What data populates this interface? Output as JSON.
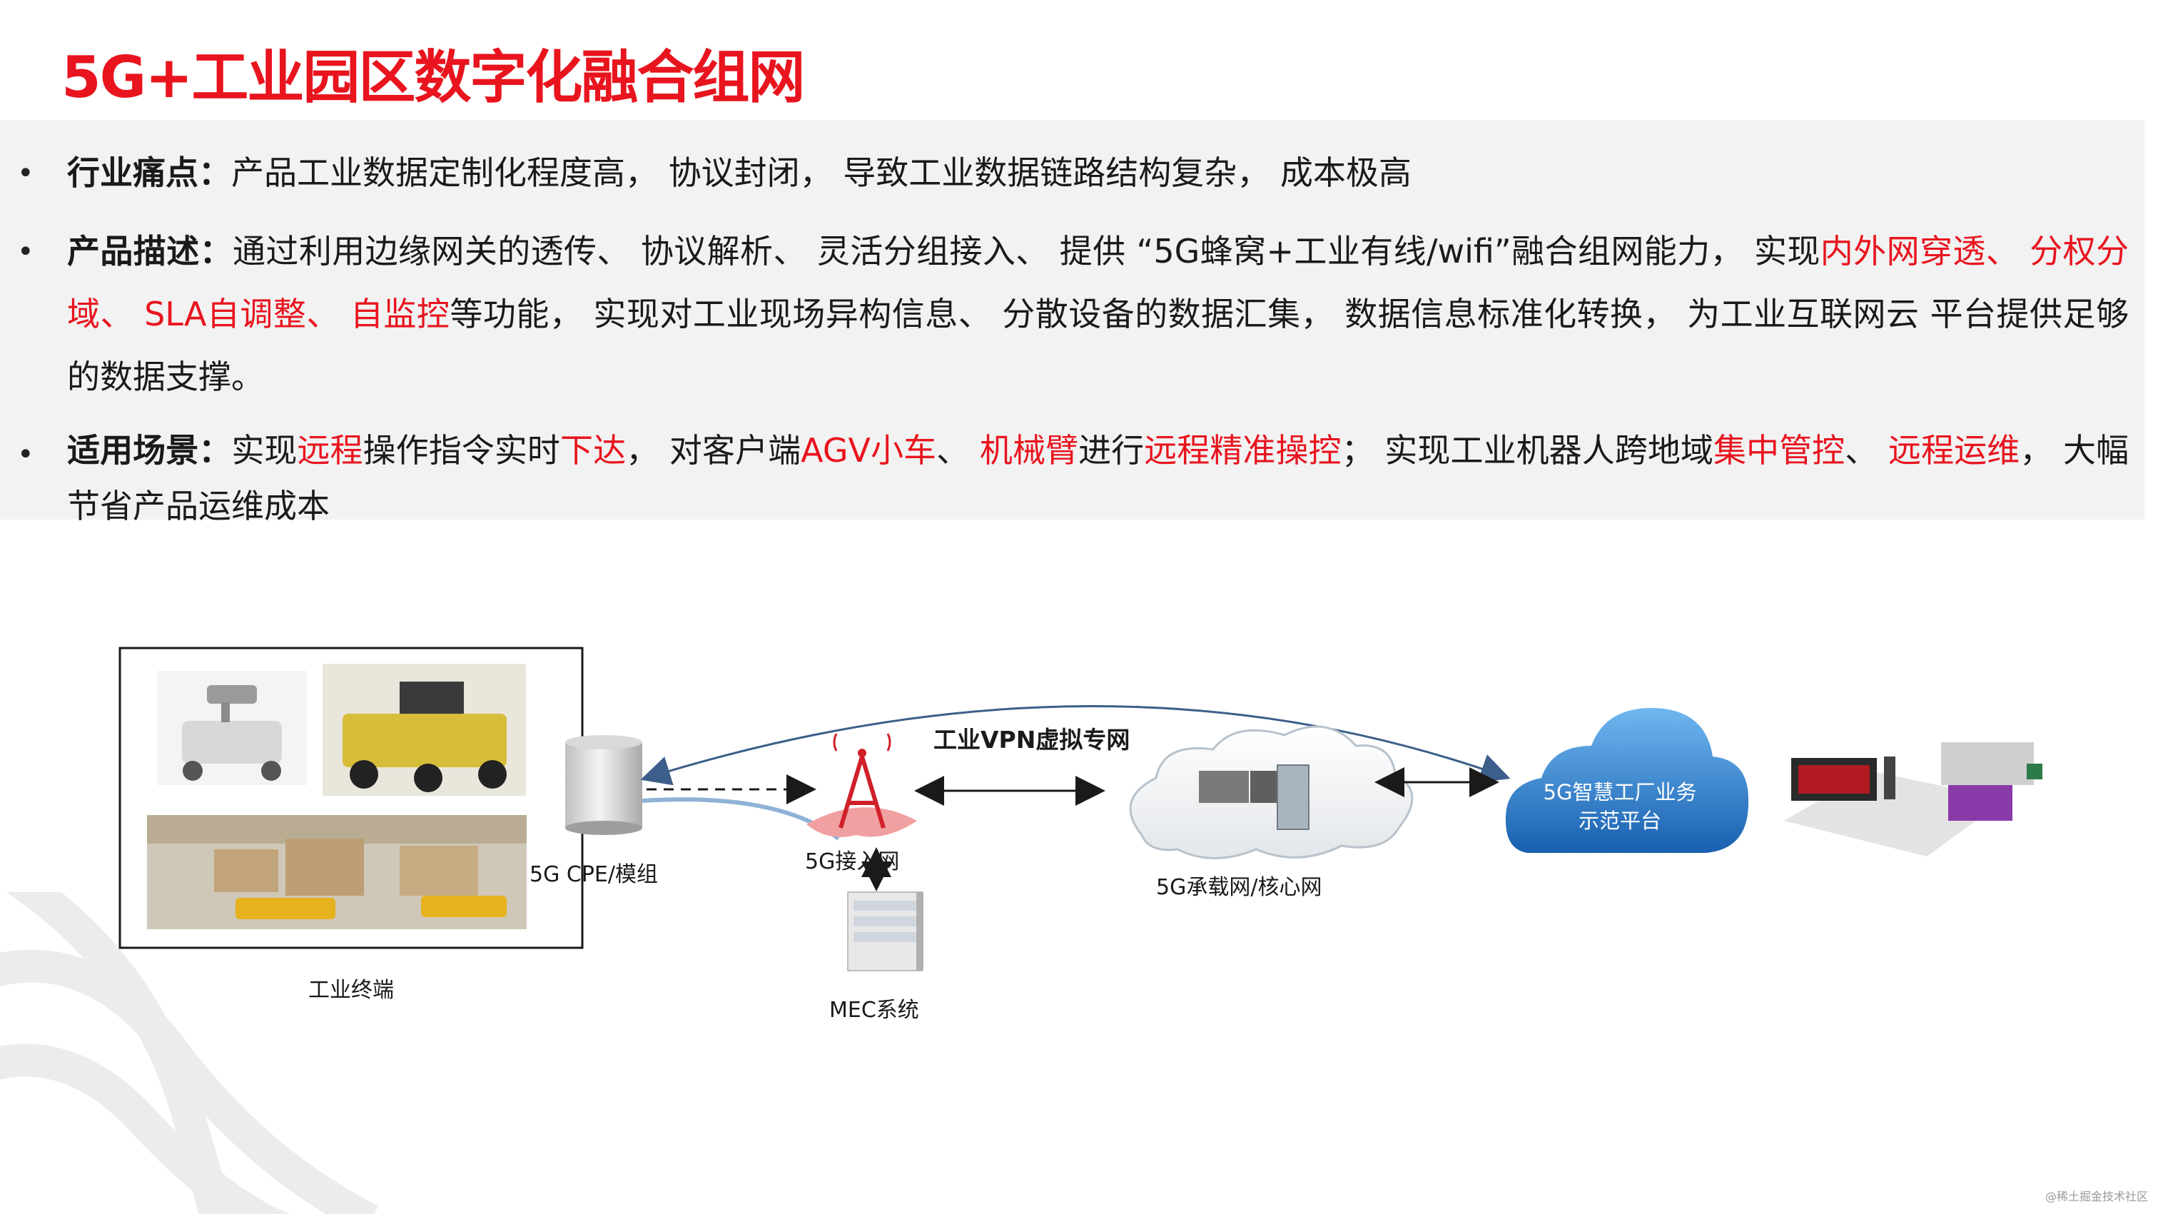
{
  "title": "5G+工业园区数字化融合组网",
  "bullets": [
    {
      "label": "行业痛点：",
      "segments": [
        {
          "text": "产品工业数据定制化程度高， 协议封闭， 导致工业数据链路结构复杂， 成本极高",
          "hl": false
        }
      ]
    },
    {
      "label": "产品描述：",
      "segments": [
        {
          "text": "通过利用边缘网关的透传、 协议解析、 灵活分组接入、 提供 “5G蜂窝+工业有线/wifi”融合组网能力， 实现",
          "hl": false
        },
        {
          "text": "内外网穿透",
          "hl": true
        },
        {
          "text": "、 分权分域、 SLA自调整、 自监控",
          "hl": true
        },
        {
          "text": "等功能， 实现对工业现场异构信息、 分散设备的数据汇集， 数据信息标准化转换， 为工业互联网云 平台提供足够的数据支撑。",
          "hl": false
        }
      ]
    },
    {
      "label": "适用场景：",
      "segments": [
        {
          "text": "实现",
          "hl": false
        },
        {
          "text": "远程",
          "hl": true
        },
        {
          "text": "操作指令实时",
          "hl": false
        },
        {
          "text": "下达",
          "hl": true
        },
        {
          "text": "， 对客户端",
          "hl": false
        },
        {
          "text": "AGV小车",
          "hl": true
        },
        {
          "text": "、 ",
          "hl": false
        },
        {
          "text": "机械臂",
          "hl": true
        },
        {
          "text": "进行",
          "hl": false
        },
        {
          "text": "远程精准操控",
          "hl": true
        },
        {
          "text": "； 实现工业机器人跨地域",
          "hl": false
        },
        {
          "text": "集中管控",
          "hl": true
        },
        {
          "text": "、 ",
          "hl": false
        },
        {
          "text": "远程运维",
          "hl": true
        },
        {
          "text": "， 大幅节省产品运维成本",
          "hl": false
        }
      ]
    }
  ],
  "diagram": {
    "terminal_label": "工业终端",
    "cpe_label": "5G CPE/模组",
    "access_label": "5G接入网",
    "mec_label": "MEC系统",
    "core_label": "5G承载网/核心网",
    "vpn_label": "工业VPN虚拟专网",
    "cloud_label_line1": "5G智慧工厂业务",
    "cloud_label_line2": "示范平台"
  },
  "colors": {
    "accent_red": "#e8141e",
    "text_box_bg": "#f2f2f2",
    "arc_blue": "#3b5f8a",
    "cloud_blue": "#1f74c4"
  },
  "watermark": "@稀土掘金技术社区"
}
